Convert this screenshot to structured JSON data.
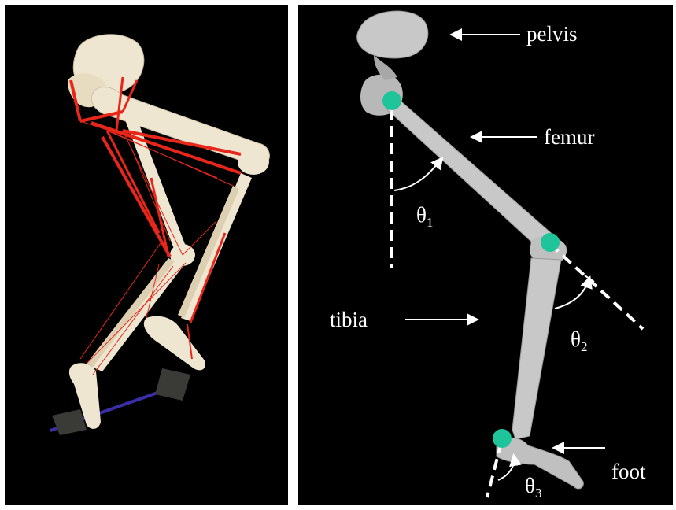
{
  "labels": {
    "pelvis": "pelvis",
    "femur": "femur",
    "tibia": "tibia",
    "foot": "foot"
  },
  "angles": [
    {
      "symbol": "θ",
      "subscript": "1"
    },
    {
      "symbol": "θ",
      "subscript": "2"
    },
    {
      "symbol": "θ",
      "subscript": "3"
    }
  ],
  "colors": {
    "background": "#000000",
    "bone_left": "#efe6d2",
    "bone_right": "#c8c8c8",
    "muscle": "#e8261a",
    "joint": "#1fc49a",
    "ground_line": "#3a2fa8",
    "annotation": "#ffffff"
  }
}
